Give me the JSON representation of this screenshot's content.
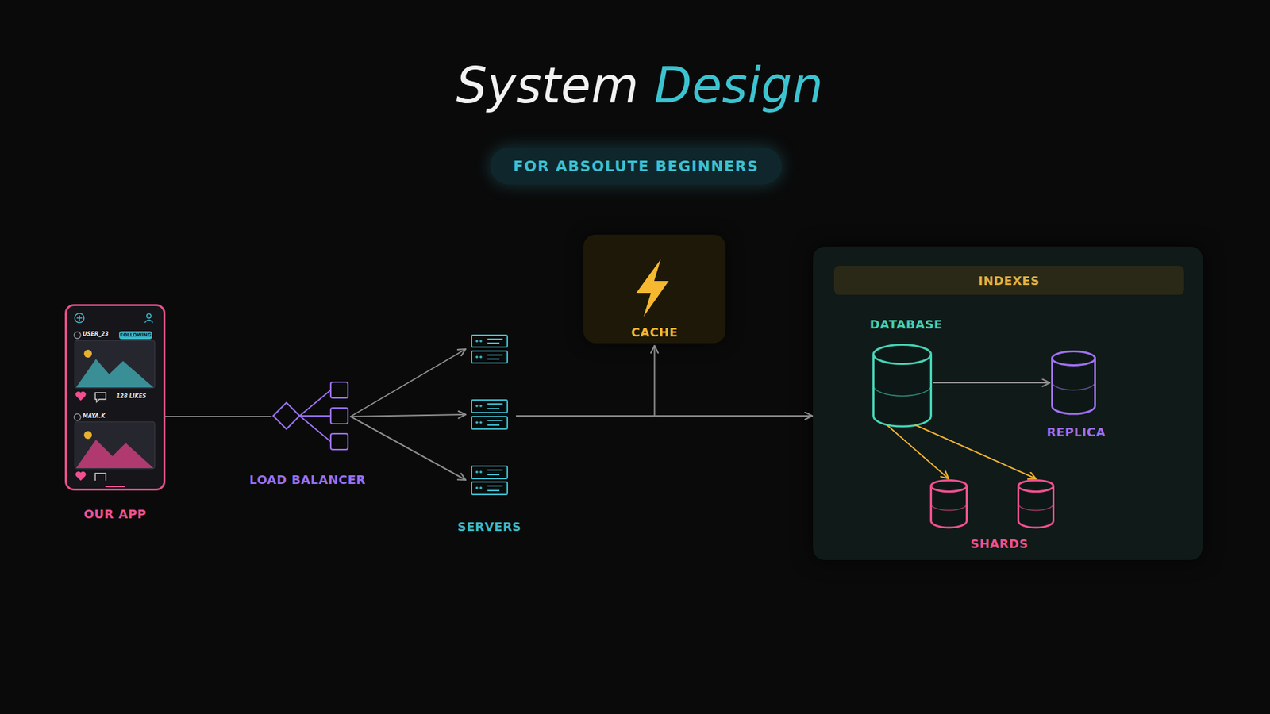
{
  "diagram": {
    "title": "System Design",
    "nodes": [
      {
        "text": [
          "FOR ABSOLUTE BEGINNERS"
        ]
      },
      {
        "text": [
          "OUR APP"
        ]
      },
      {
        "text": [
          "FOLLOWING"
        ],
        "in": 1
      },
      {
        "text": [
          "LOAD BALANCER"
        ]
      },
      {
        "text": [
          "SERVERS"
        ]
      },
      {
        "text": [
          "CACHE"
        ]
      },
      {
        "text": [
          "INDEXES"
        ]
      },
      {
        "text": [
          "DATABASE"
        ],
        "in": 6
      },
      {
        "text": [
          "REPLICA"
        ],
        "in": 6
      },
      {
        "text": [
          "SHARDS"
        ],
        "in": 6
      }
    ],
    "edges": [
      {
        "from": 1,
        "to": 3,
        "arrow": "none"
      },
      {
        "from": 3,
        "to": 4,
        "arrow": "to"
      },
      {
        "from": 4,
        "to": 6,
        "arrow": "to"
      },
      {
        "from": 4,
        "to": 5,
        "arrow": "to"
      },
      {
        "from": 7,
        "to": 8,
        "arrow": "to"
      },
      {
        "from": 7,
        "to": 9,
        "arrow": "to"
      }
    ],
    "labels": [
      "USER_23",
      "128 LIKES",
      "MAYA.K"
    ]
  }
}
